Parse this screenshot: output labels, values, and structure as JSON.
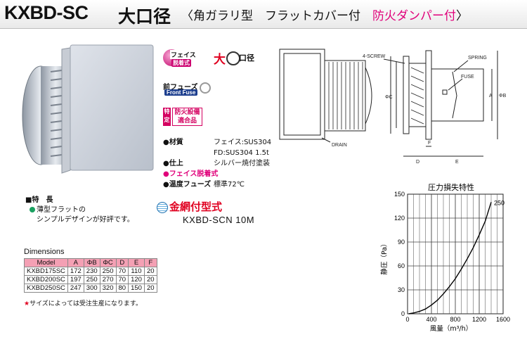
{
  "header": {
    "model": "KXBD-SC",
    "size_label": "大口径",
    "subtitle_open": "〈角ガラリ型　フラットカバー付　",
    "subtitle_red": "防火ダンパー付",
    "subtitle_close": "〉"
  },
  "badges": {
    "face_top": "フェイス",
    "face_bottom": "脱着式",
    "big_char": "大",
    "big_suffix": "口径",
    "fuse_top": "前フューズ",
    "fuse_bottom": "Front Fuse",
    "fire_left": "特定",
    "fire_right_1": "防火設備",
    "fire_right_2": "適合品"
  },
  "specs": [
    {
      "label": "●材質",
      "value": "フェイス:SUS304"
    },
    {
      "label": "",
      "value": "FD:SUS304 1.5t"
    },
    {
      "label": "●仕上",
      "value": "シルバー焼付塗装"
    },
    {
      "label": "●フェイス脱着式",
      "value": "",
      "pink": true
    },
    {
      "label": "●温度フューズ",
      "value": "標準72℃"
    }
  ],
  "net": {
    "title": "金網付型式",
    "model": "KXBD-SCN 10M"
  },
  "features": {
    "heading": "■特　長",
    "line1": "薄型フラットの",
    "line2": "シンプルデザインが好評です。"
  },
  "dimensions": {
    "title": "Dimensions",
    "headers": [
      "Model",
      "A",
      "ΦB",
      "ΦC",
      "D",
      "E",
      "F"
    ],
    "rows": [
      [
        "KXBD175SC",
        "172",
        "230",
        "250",
        "70",
        "110",
        "20"
      ],
      [
        "KXBD200SC",
        "197",
        "250",
        "270",
        "70",
        "120",
        "20"
      ],
      [
        "KXBD250SC",
        "247",
        "300",
        "320",
        "80",
        "150",
        "20"
      ]
    ]
  },
  "note": {
    "star": "★",
    "text": "サイズによっては受注生産になります。"
  },
  "drawing": {
    "screw_label": "4-SCREW",
    "spring_label": "SPRING",
    "fuse_label": "FUSE",
    "drain_label": "DRAIN",
    "labels": [
      "A",
      "ΦB",
      "ΦC",
      "D",
      "E",
      "F"
    ]
  },
  "chart_data": {
    "type": "line",
    "title": "圧力損失特性",
    "xlabel": "風量（m³/h）",
    "ylabel": "静圧（Pa）",
    "xlim": [
      0,
      1600
    ],
    "ylim": [
      0,
      150
    ],
    "xticks": [
      0,
      400,
      800,
      1200,
      1600
    ],
    "yticks": [
      0,
      30,
      60,
      90,
      120,
      150
    ],
    "grid": true,
    "series": [
      {
        "name": "250",
        "x": [
          20,
          100,
          200,
          300,
          400,
          500,
          600,
          700,
          800,
          900,
          1000,
          1100,
          1200,
          1300,
          1400
        ],
        "y": [
          0,
          1,
          3,
          6,
          11,
          17,
          25,
          34,
          44,
          56,
          69,
          83,
          99,
          116,
          140
        ]
      }
    ]
  }
}
